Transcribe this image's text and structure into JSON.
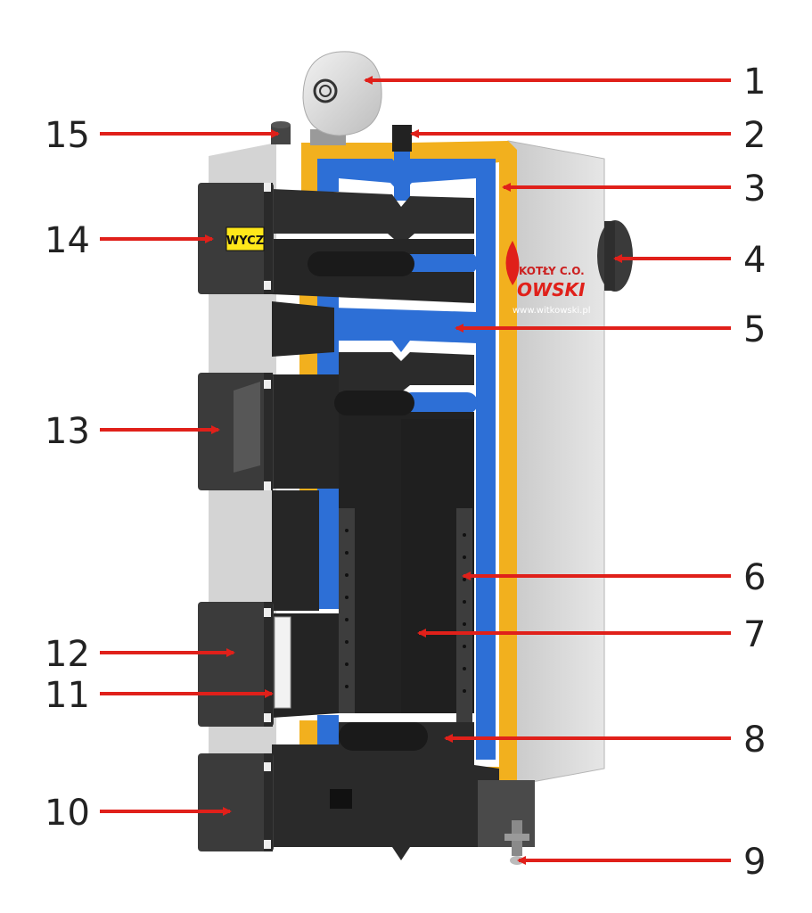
{
  "colors": {
    "arrow": "#e0201a",
    "water_jacket": "#2d6fd6",
    "insulation": "#f2b01e",
    "casing": "#d9d9d9",
    "steel": "#2e2e2e",
    "door": "#3b3b3b"
  },
  "door_sign": "WYCZ",
  "brand": {
    "line1": "KOTŁY C.O.",
    "line2": "OWSKI",
    "url": "www.witkowski.pl"
  },
  "callouts": [
    {
      "id": "1",
      "label": "1"
    },
    {
      "id": "2",
      "label": "2"
    },
    {
      "id": "3",
      "label": "3"
    },
    {
      "id": "4",
      "label": "4"
    },
    {
      "id": "5",
      "label": "5"
    },
    {
      "id": "6",
      "label": "6"
    },
    {
      "id": "7",
      "label": "7"
    },
    {
      "id": "8",
      "label": "8"
    },
    {
      "id": "9",
      "label": "9"
    },
    {
      "id": "10",
      "label": "10"
    },
    {
      "id": "11",
      "label": "11"
    },
    {
      "id": "12",
      "label": "12"
    },
    {
      "id": "13",
      "label": "13"
    },
    {
      "id": "14",
      "label": "14"
    },
    {
      "id": "15",
      "label": "15"
    }
  ]
}
